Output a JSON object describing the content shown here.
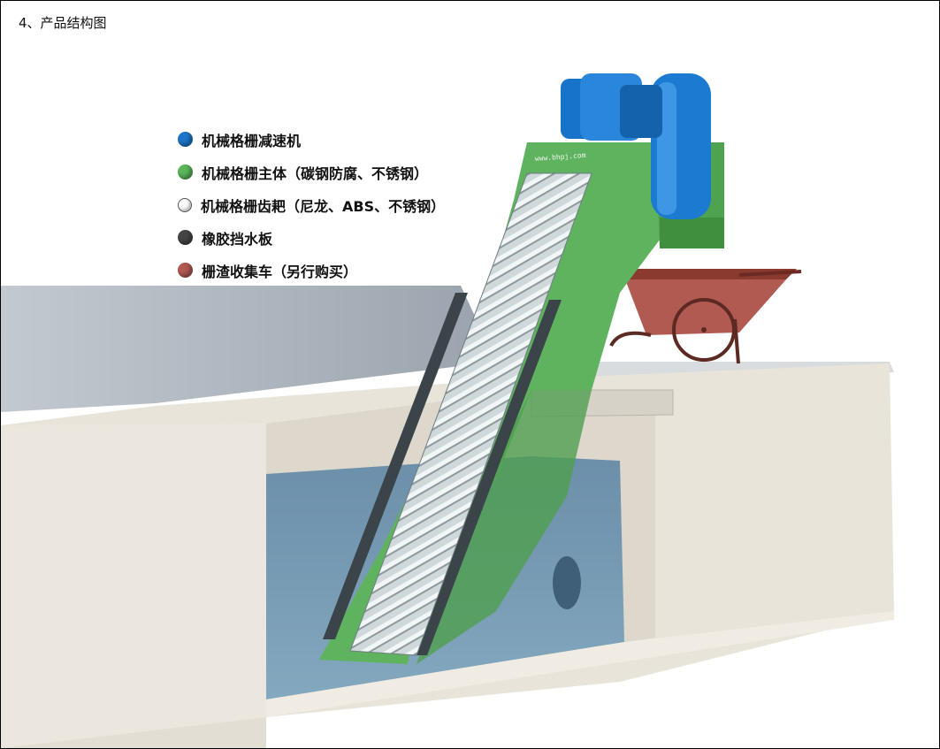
{
  "title": "4、产品结构图",
  "legend": [
    {
      "label": "机械格栅减速机",
      "color": "#1e76c8"
    },
    {
      "label": "机械格栅主体（碳钢防腐、不锈钢）",
      "color": "#5bb55a"
    },
    {
      "label": "机械格栅齿耙（尼龙、ABS、不锈钢）",
      "color": "#ffffff"
    },
    {
      "label": "橡胶挡水板",
      "color": "#444444"
    },
    {
      "label": "栅渣收集车（另行购买）",
      "color": "#b05a52"
    }
  ],
  "machine_label": "www.bhpj.com"
}
